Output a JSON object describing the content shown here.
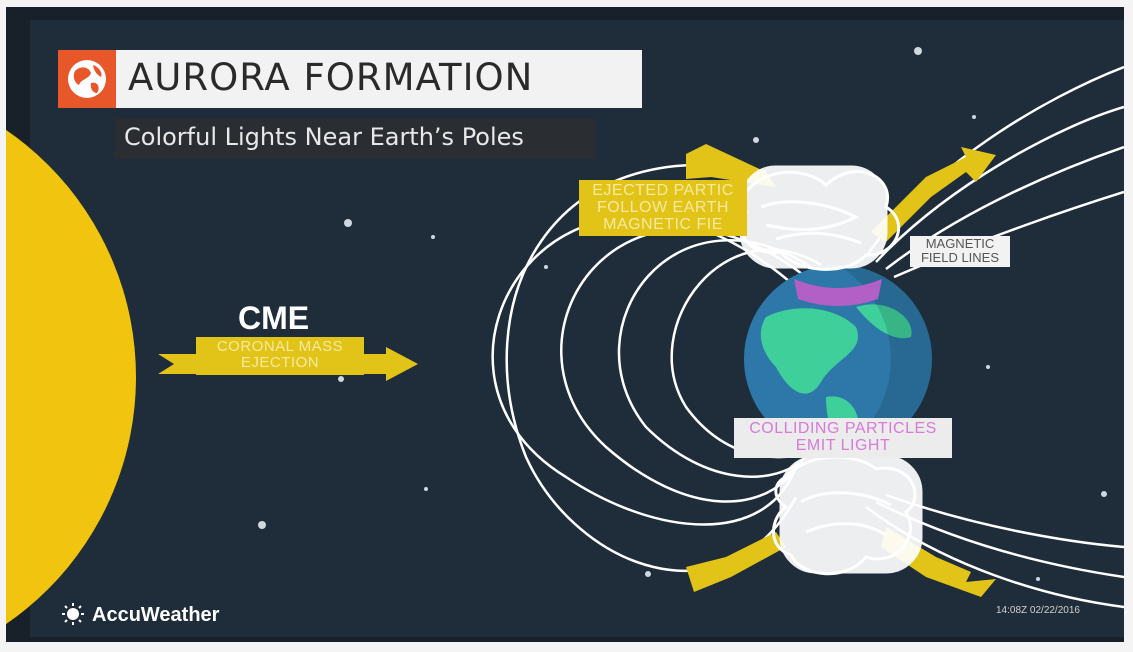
{
  "title": "AURORA FORMATION",
  "subtitle": "Colorful Lights Near Earth’s Poles",
  "cme": {
    "heading": "CME",
    "caption_line1": "CORONAL MASS",
    "caption_line2": "EJECTION"
  },
  "ejected_label": {
    "line1": "EJECTED PARTIC",
    "line2": "FOLLOW EARTH",
    "line3": "MAGNETIC FIE"
  },
  "field_lines_label": {
    "line1": "MAGNETIC",
    "line2": "FIELD LINES"
  },
  "colliding_label": {
    "line1": "COLLIDING PARTICLES",
    "line2": "EMIT LIGHT"
  },
  "brand": "AccuWeather",
  "timestamp": "14:08Z 02/22/2016",
  "icons": [
    "globe-icon",
    "accuweather-sun-icon"
  ],
  "colors": {
    "background": "#1f2d3a",
    "sun": "#f1c40f",
    "arrow": "#e2c318",
    "field_lines": "#ffffff",
    "aurora": "#b25fc6",
    "ocean": "#2d78a8",
    "land": "#3fcf9a",
    "accent": "#e8572a"
  }
}
